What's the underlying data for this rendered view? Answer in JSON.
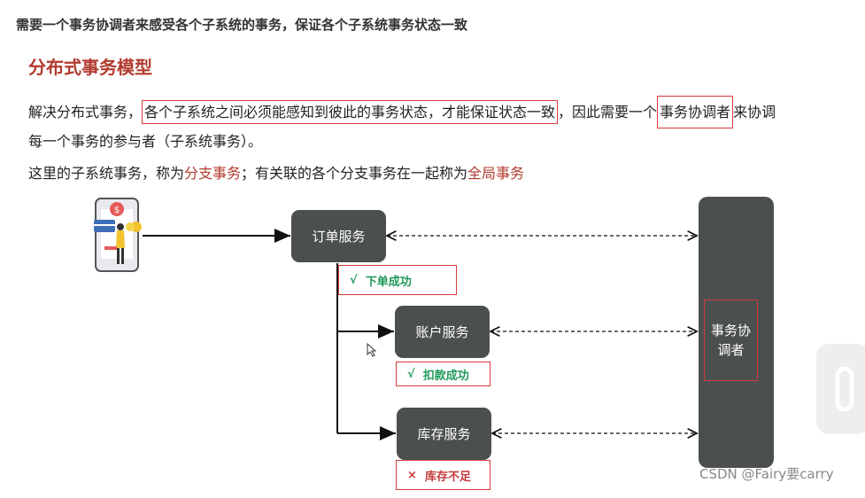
{
  "header": {
    "caption": "需要一个事务协调者来感受各个子系统的事务，保证各个子系统事务状态一致"
  },
  "section": {
    "title": "分布式事务模型"
  },
  "paragraph1": {
    "part_a": "解决分布式事务，",
    "part_b_boxed": "各个子系统之间必须能感知到彼此的事务状态，才能保证状态一致",
    "part_c": "，因此需要一个",
    "part_d_boxed": "事务协调者",
    "part_e": "来协调",
    "line2": "每一个事务的参与者（子系统事务）。"
  },
  "paragraph2": {
    "part_a": "这里的子系统事务，称为",
    "part_b_red": "分支事务",
    "part_c": "；有关联的各个分支事务在一起称为",
    "part_d_red": "全局事务"
  },
  "diagram": {
    "services": [
      {
        "label": "订单服务"
      },
      {
        "label": "账户服务"
      },
      {
        "label": "库存服务"
      }
    ],
    "statuses": [
      {
        "mark": "√",
        "text": "下单成功"
      },
      {
        "mark": "√",
        "text": "扣款成功"
      },
      {
        "mark": "×",
        "text": "库存不足"
      }
    ],
    "coordinator_label": "事务协调者",
    "user_icon": "user-phone-icon"
  },
  "watermark": "CSDN @Fairy要carry",
  "colors": {
    "title_red": "#b23b2e",
    "box_dark": "#4c4f50",
    "highlight_border": "#d53a3a",
    "ok_green": "#1f9a5a",
    "fail_red": "#c43a3a"
  }
}
